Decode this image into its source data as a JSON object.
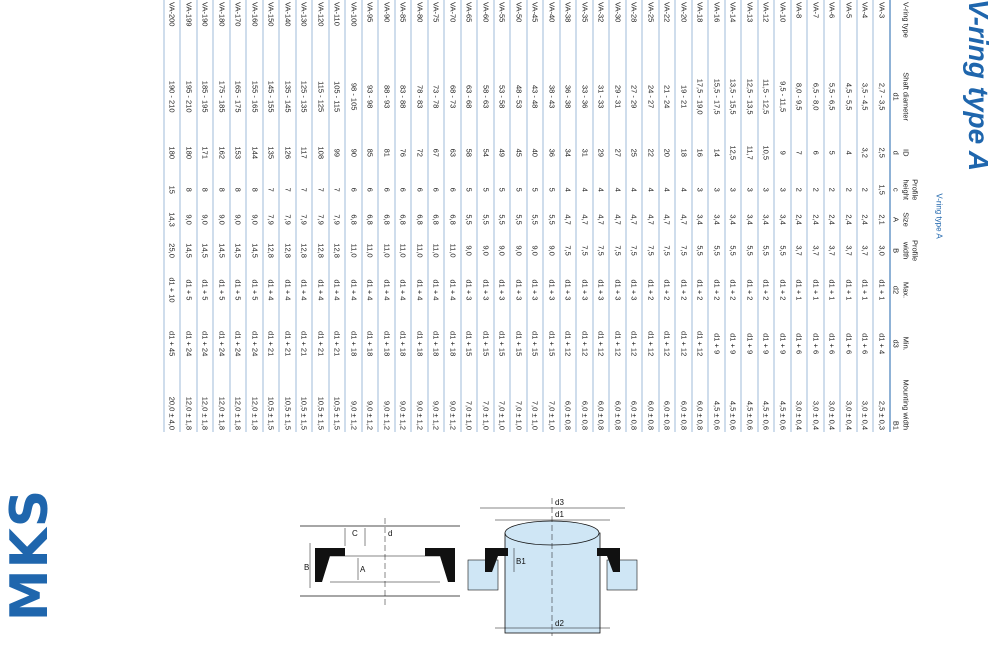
{
  "logo": {
    "text": "MKS"
  },
  "heading": "V-ring type A",
  "table": {
    "caption": "V-ring type A",
    "header_names": [
      "V-ring type",
      "Shaft diameter",
      "ID",
      "Profile height",
      "Size",
      "Profile width",
      "Max.",
      "Min.",
      "Mounting width"
    ],
    "header_symbols": [
      "",
      "d1",
      "d",
      "c",
      "A",
      "B",
      "d2",
      "d3",
      "B1"
    ],
    "rows": [
      [
        "VA-3",
        "2,7 - 3,5",
        "2,5",
        "1,5",
        "2,1",
        "3,0",
        "d1 + 1",
        "d1 + 4",
        "2,5 ± 0,3"
      ],
      [
        "VA-4",
        "3,5 - 4,5",
        "3,2",
        "2",
        "2,4",
        "3,7",
        "d1 + 1",
        "d1 + 6",
        "3,0 ± 0,4"
      ],
      [
        "VA-5",
        "4,5 - 5,5",
        "4",
        "2",
        "2,4",
        "3,7",
        "d1 + 1",
        "d1 + 6",
        "3,0 ± 0,4"
      ],
      [
        "VA-6",
        "5,5 - 6,5",
        "5",
        "2",
        "2,4",
        "3,7",
        "d1 + 1",
        "d1 + 6",
        "3,0 ± 0,4"
      ],
      [
        "VA-7",
        "6,5 - 8,0",
        "6",
        "2",
        "2,4",
        "3,7",
        "d1 + 1",
        "d1 + 6",
        "3,0 ± 0,4"
      ],
      [
        "VA-8",
        "8,0 - 9,5",
        "7",
        "2",
        "2,4",
        "3,7",
        "d1 + 1",
        "d1 + 6",
        "3,0 ± 0,4"
      ],
      [
        "VA-10",
        "9,5 - 11,5",
        "9",
        "3",
        "3,4",
        "5,5",
        "d1 + 2",
        "d1 + 9",
        "4,5 ± 0,6"
      ],
      [
        "VA-12",
        "11,5 - 12,5",
        "10,5",
        "3",
        "3,4",
        "5,5",
        "d1 + 2",
        "d1 + 9",
        "4,5 ± 0,6"
      ],
      [
        "VA-13",
        "12,5 - 13,5",
        "11,7",
        "3",
        "3,4",
        "5,5",
        "d1 + 2",
        "d1 + 9",
        "4,5 ± 0,6"
      ],
      [
        "VA-14",
        "13,5 - 15,5",
        "12,5",
        "3",
        "3,4",
        "5,5",
        "d1 + 2",
        "d1 + 9",
        "4,5 ± 0,6"
      ],
      [
        "VA-16",
        "15,5 - 17,5",
        "14",
        "3",
        "3,4",
        "5,5",
        "d1 + 2",
        "d1 + 9",
        "4,5 ± 0,6"
      ],
      [
        "VA-18",
        "17,5 - 19,0",
        "16",
        "3",
        "3,4",
        "5,5",
        "d1 + 2",
        "d1 + 12",
        "6,0 ± 0,8"
      ],
      [
        "VA-20",
        "19 - 21",
        "18",
        "4",
        "4,7",
        "7,5",
        "d1 + 2",
        "d1 + 12",
        "6,0 ± 0,8"
      ],
      [
        "VA-22",
        "21 - 24",
        "20",
        "4",
        "4,7",
        "7,5",
        "d1 + 2",
        "d1 + 12",
        "6,0 ± 0,8"
      ],
      [
        "VA-25",
        "24 - 27",
        "22",
        "4",
        "4,7",
        "7,5",
        "d1 + 2",
        "d1 + 12",
        "6,0 ± 0,8"
      ],
      [
        "VA-28",
        "27 - 29",
        "25",
        "4",
        "4,7",
        "7,5",
        "d1 + 3",
        "d1 + 12",
        "6,0 ± 0,8"
      ],
      [
        "VA-30",
        "29 - 31",
        "27",
        "4",
        "4,7",
        "7,5",
        "d1 + 3",
        "d1 + 12",
        "6,0 ± 0,8"
      ],
      [
        "VA-32",
        "31 - 33",
        "29",
        "4",
        "4,7",
        "7,5",
        "d1 + 3",
        "d1 + 12",
        "6,0 ± 0,8"
      ],
      [
        "VA-35",
        "33 - 36",
        "31",
        "4",
        "4,7",
        "7,5",
        "d1 + 3",
        "d1 + 12",
        "6,0 ± 0,8"
      ],
      [
        "VA-38",
        "36 - 38",
        "34",
        "4",
        "4,7",
        "7,5",
        "d1 + 3",
        "d1 + 12",
        "6,0 ± 0,8"
      ],
      [
        "VA-40",
        "38 - 43",
        "36",
        "5",
        "5,5",
        "9,0",
        "d1 + 3",
        "d1 + 15",
        "7,0 ± 1,0"
      ],
      [
        "VA-45",
        "43 - 48",
        "40",
        "5",
        "5,5",
        "9,0",
        "d1 + 3",
        "d1 + 15",
        "7,0 ± 1,0"
      ],
      [
        "VA-50",
        "48 - 53",
        "45",
        "5",
        "5,5",
        "9,0",
        "d1 + 3",
        "d1 + 15",
        "7,0 ± 1,0"
      ],
      [
        "VA-55",
        "53 - 58",
        "49",
        "5",
        "5,5",
        "9,0",
        "d1 + 3",
        "d1 + 15",
        "7,0 ± 1,0"
      ],
      [
        "VA-60",
        "58 - 63",
        "54",
        "5",
        "5,5",
        "9,0",
        "d1 + 3",
        "d1 + 15",
        "7,0 ± 1,0"
      ],
      [
        "VA-65",
        "63 - 68",
        "58",
        "5",
        "5,5",
        "9,0",
        "d1 + 3",
        "d1 + 15",
        "7,0 ± 1,0"
      ],
      [
        "VA-70",
        "68 - 73",
        "63",
        "6",
        "6,8",
        "11,0",
        "d1 + 4",
        "d1 + 18",
        "9,0 ± 1,2"
      ],
      [
        "VA-75",
        "73 - 78",
        "67",
        "6",
        "6,8",
        "11,0",
        "d1 + 4",
        "d1 + 18",
        "9,0 ± 1,2"
      ],
      [
        "VA-80",
        "78 - 83",
        "72",
        "6",
        "6,8",
        "11,0",
        "d1 + 4",
        "d1 + 18",
        "9,0 ± 1,2"
      ],
      [
        "VA-85",
        "83 - 88",
        "76",
        "6",
        "6,8",
        "11,0",
        "d1 + 4",
        "d1 + 18",
        "9,0 ± 1,2"
      ],
      [
        "VA-90",
        "88 - 93",
        "81",
        "6",
        "6,8",
        "11,0",
        "d1 + 4",
        "d1 + 18",
        "9,0 ± 1,2"
      ],
      [
        "VA-95",
        "93 - 98",
        "85",
        "6",
        "6,8",
        "11,0",
        "d1 + 4",
        "d1 + 18",
        "9,0 ± 1,2"
      ],
      [
        "VA-100",
        "98 - 105",
        "90",
        "6",
        "6,8",
        "11,0",
        "d1 + 4",
        "d1 + 18",
        "9,0 ± 1,2"
      ],
      [
        "VA-110",
        "105 - 115",
        "99",
        "7",
        "7,9",
        "12,8",
        "d1 + 4",
        "d1 + 21",
        "10,5 ± 1,5"
      ],
      [
        "VA-120",
        "115 - 125",
        "108",
        "7",
        "7,9",
        "12,8",
        "d1 + 4",
        "d1 + 21",
        "10,5 ± 1,5"
      ],
      [
        "VA-130",
        "125 - 135",
        "117",
        "7",
        "7,9",
        "12,8",
        "d1 + 4",
        "d1 + 21",
        "10,5 ± 1,5"
      ],
      [
        "VA-140",
        "135 - 145",
        "126",
        "7",
        "7,9",
        "12,8",
        "d1 + 4",
        "d1 + 21",
        "10,5 ± 1,5"
      ],
      [
        "VA-150",
        "145 - 155",
        "135",
        "7",
        "7,9",
        "12,8",
        "d1 + 4",
        "d1 + 21",
        "10,5 ± 1,5"
      ],
      [
        "VA-160",
        "155 - 165",
        "144",
        "8",
        "9,0",
        "14,5",
        "d1 + 5",
        "d1 + 24",
        "12,0 ± 1,8"
      ],
      [
        "VA-170",
        "165 - 175",
        "153",
        "8",
        "9,0",
        "14,5",
        "d1 + 5",
        "d1 + 24",
        "12,0 ± 1,8"
      ],
      [
        "VA-180",
        "175 - 185",
        "162",
        "8",
        "9,0",
        "14,5",
        "d1 + 5",
        "d1 + 24",
        "12,0 ± 1,8"
      ],
      [
        "VA-190",
        "185 - 195",
        "171",
        "8",
        "9,0",
        "14,5",
        "d1 + 5",
        "d1 + 24",
        "12,0 ± 1,8"
      ],
      [
        "VA-199",
        "195 - 210",
        "180",
        "8",
        "9,0",
        "14,5",
        "d1 + 5",
        "d1 + 24",
        "12,0 ± 1,8"
      ],
      [
        "VA-200",
        "190 - 210",
        "180",
        "15",
        "14,3",
        "25,0",
        "d1 + 10",
        "d1 + 45",
        "20,0 ± 4,0"
      ]
    ]
  },
  "drawing_left": {
    "labels": {
      "B": "B",
      "C": "C",
      "d": "d",
      "A": "A"
    }
  },
  "drawing_right": {
    "labels": {
      "d3": "d3",
      "d1": "d1",
      "B1": "B1",
      "d2": "d2"
    }
  },
  "colors": {
    "brand": "#1f66ad",
    "seal": "#111111",
    "shaft": "#cfe6f5"
  }
}
